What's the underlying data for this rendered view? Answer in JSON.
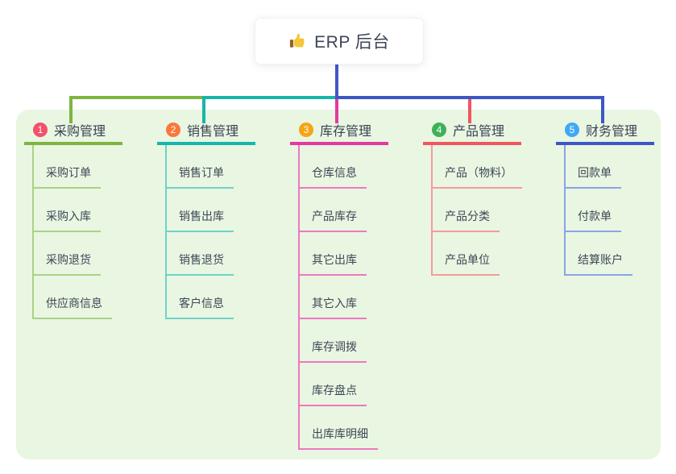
{
  "root": {
    "title": "ERP 后台",
    "icon": "thumbs-up-icon"
  },
  "branches": [
    {
      "index": "1",
      "title": "采购管理",
      "badge_color": "#f25169",
      "line_color": "#7db53f",
      "child_line_color": "#a9d286",
      "children": [
        "采购订单",
        "采购入库",
        "采购退货",
        "供应商信息"
      ]
    },
    {
      "index": "2",
      "title": "销售管理",
      "badge_color": "#f8793b",
      "line_color": "#16b6aa",
      "child_line_color": "#6ed2c8",
      "children": [
        "销售订单",
        "销售出库",
        "销售退货",
        "客户信息"
      ]
    },
    {
      "index": "3",
      "title": "库存管理",
      "badge_color": "#f7a415",
      "line_color": "#e23a9d",
      "child_line_color": "#ef77c0",
      "children": [
        "仓库信息",
        "产品库存",
        "其它出库",
        "其它入库",
        "库存调拨",
        "库存盘点",
        "出库库明细"
      ]
    },
    {
      "index": "4",
      "title": "产品管理",
      "badge_color": "#3fb159",
      "line_color": "#f1565e",
      "child_line_color": "#f79a9e",
      "children": [
        "产品（物料）",
        "产品分类",
        "产品单位"
      ]
    },
    {
      "index": "5",
      "title": "财务管理",
      "badge_color": "#3fa9f5",
      "line_color": "#3d56c6",
      "child_line_color": "#8aa3e6",
      "children": [
        "回款单",
        "付款单",
        "结算账户"
      ]
    }
  ],
  "colors": {
    "panel_bg": "#e9f6e2",
    "trunk": "#4356c6",
    "card_bg": "#ffffff",
    "text": "#3c4657"
  }
}
